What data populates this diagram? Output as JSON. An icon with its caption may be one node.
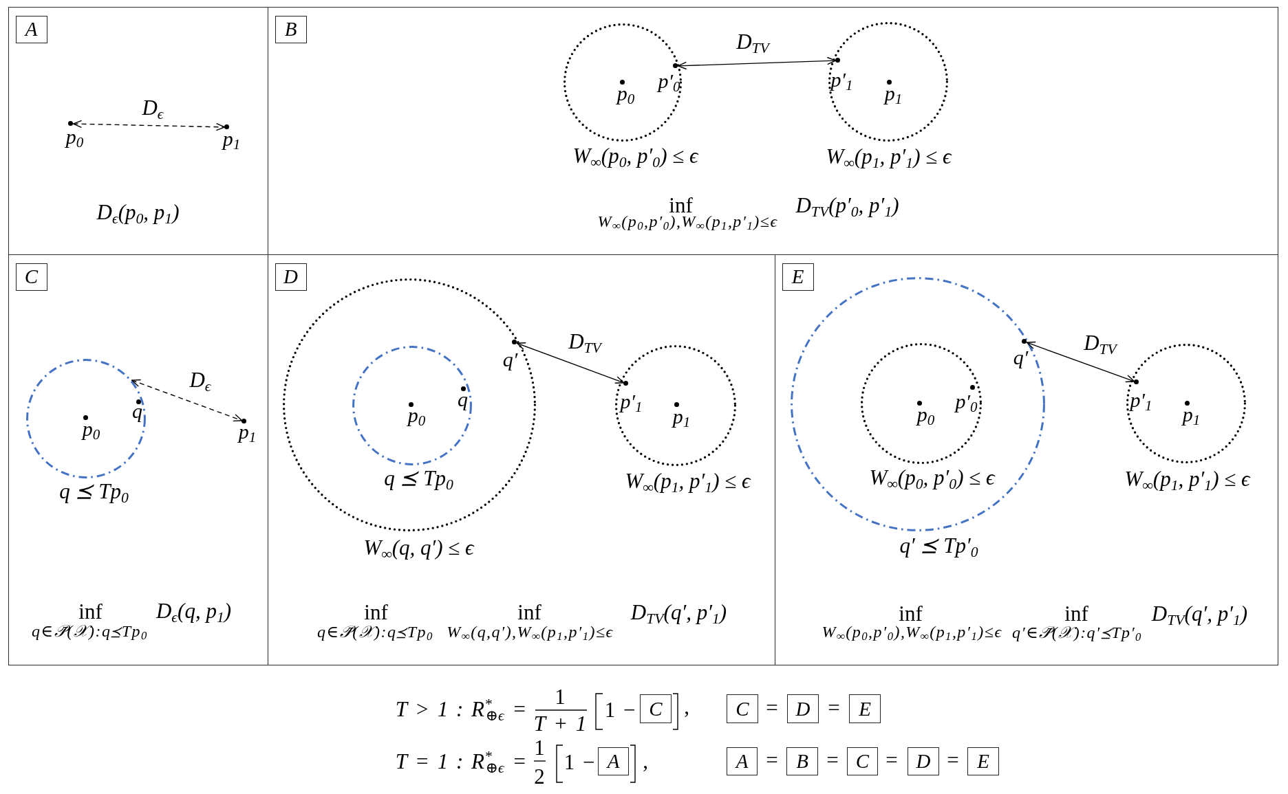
{
  "diagram": {
    "nodes": [
      {
        "text": [
          "D$_{ϵ}$(p$_{0}$, p$_{1}$)"
        ]
      },
      {
        "text": [
          "A"
        ],
        "in": 0
      },
      {
        "text": [],
        "shape": "dot",
        "in": 0,
        "beside": [
          "p$_{0}$"
        ]
      },
      {
        "text": [],
        "shape": "dot",
        "in": 0,
        "beside": [
          "p$_{1}$"
        ]
      },
      {
        "text": [
          "inf",
          "W$_{∞}$(p$_{0}$,p′$_{0}$),W$_{∞}$(p$_{1}$,p′$_{1}$)≤ϵ",
          "D$_{TV}$(p′$_{0}$, p′$_{1}$)"
        ]
      },
      {
        "text": [
          "B"
        ],
        "in": 4
      },
      {
        "text": [],
        "shape": "circle",
        "in": 4,
        "beside": [
          "W$_{∞}$(p$_{0}$, p′$_{0}$) ≤ ϵ"
        ]
      },
      {
        "text": [],
        "shape": "dot",
        "in": 6,
        "beside": [
          "p$_{0}$"
        ]
      },
      {
        "text": [],
        "shape": "dot",
        "in": 6,
        "beside": [
          "p′$_{0}$"
        ]
      },
      {
        "text": [],
        "shape": "circle",
        "in": 4,
        "beside": [
          "W$_{∞}$(p$_{1}$, p′$_{1}$) ≤ ϵ"
        ]
      },
      {
        "text": [],
        "shape": "dot",
        "in": 9,
        "beside": [
          "p′$_{1}$"
        ]
      },
      {
        "text": [],
        "shape": "dot",
        "in": 9,
        "beside": [
          "p$_{1}$"
        ]
      },
      {
        "text": [
          "inf",
          "q∈𝒫̄(𝒳):q⪯Tp$_{0}$",
          "D$_{ϵ}$(q, p$_{1}$)"
        ]
      },
      {
        "text": [
          "C"
        ],
        "in": 12
      },
      {
        "text": [],
        "shape": "circle",
        "in": 12,
        "beside": [
          "q ⪯ Tp$_{0}$"
        ]
      },
      {
        "text": [],
        "shape": "dot",
        "in": 14,
        "beside": [
          "p$_{0}$"
        ]
      },
      {
        "text": [],
        "shape": "dot",
        "in": 14,
        "beside": [
          "q"
        ]
      },
      {
        "text": [],
        "shape": "dot",
        "in": 12,
        "beside": [
          "p$_{1}$"
        ]
      },
      {
        "text": [
          "inf",
          "q∈𝒫̄(𝒳):q⪯Tp$_{0}$",
          "inf",
          "W$_{∞}$(q,q′),W$_{∞}$(p$_{1}$,p′$_{1}$)≤ϵ",
          "D$_{TV}$(q′, p′$_{1}$)"
        ]
      },
      {
        "text": [
          "D"
        ],
        "in": 18
      },
      {
        "text": [],
        "shape": "circle",
        "in": 18,
        "beside": [
          "W$_{∞}$(q, q′) ≤ ϵ"
        ]
      },
      {
        "text": [],
        "shape": "circle",
        "in": 20,
        "beside": [
          "q ⪯ Tp$_{0}$"
        ]
      },
      {
        "text": [],
        "shape": "dot",
        "in": 21,
        "beside": [
          "p$_{0}$"
        ]
      },
      {
        "text": [],
        "shape": "dot",
        "in": 21,
        "beside": [
          "q"
        ]
      },
      {
        "text": [],
        "shape": "dot",
        "in": 20,
        "beside": [
          "q′"
        ]
      },
      {
        "text": [],
        "shape": "circle",
        "in": 18,
        "beside": [
          "W$_{∞}$(p$_{1}$, p′$_{1}$) ≤ ϵ"
        ]
      },
      {
        "text": [],
        "shape": "dot",
        "in": 25,
        "beside": [
          "p′$_{1}$"
        ]
      },
      {
        "text": [],
        "shape": "dot",
        "in": 25,
        "beside": [
          "p$_{1}$"
        ]
      },
      {
        "text": [
          "inf",
          "W$_{∞}$(p$_{0}$,p′$_{0}$),W$_{∞}$(p$_{1}$,p′$_{1}$)≤ϵ",
          "inf",
          "q′∈𝒫̄(𝒳):q′⪯Tp′$_{0}$",
          "D$_{TV}$(q′, p′$_{1}$)"
        ]
      },
      {
        "text": [
          "E"
        ],
        "in": 28
      },
      {
        "text": [],
        "shape": "circle",
        "in": 28,
        "beside": [
          "q′ ⪯ Tp′$_{0}$"
        ]
      },
      {
        "text": [],
        "shape": "circle",
        "in": 30,
        "beside": [
          "W$_{∞}$(p$_{0}$, p′$_{0}$) ≤ ϵ"
        ]
      },
      {
        "text": [],
        "shape": "dot",
        "in": 31,
        "beside": [
          "p$_{0}$"
        ]
      },
      {
        "text": [],
        "shape": "dot",
        "in": 31,
        "beside": [
          "p′$_{0}$"
        ]
      },
      {
        "text": [],
        "shape": "dot",
        "in": 30,
        "beside": [
          "q′"
        ]
      },
      {
        "text": [],
        "shape": "circle",
        "in": 28,
        "beside": [
          "W$_{∞}$(p$_{1}$, p′$_{1}$) ≤ ϵ"
        ]
      },
      {
        "text": [],
        "shape": "dot",
        "in": 35,
        "beside": [
          "p′$_{1}$"
        ]
      },
      {
        "text": [],
        "shape": "dot",
        "in": 35,
        "beside": [
          "p$_{1}$"
        ]
      },
      {
        "text": [
          "C"
        ]
      },
      {
        "text": [
          "C"
        ]
      },
      {
        "text": [
          "D"
        ]
      },
      {
        "text": [
          "E"
        ]
      },
      {
        "text": [
          "A"
        ]
      },
      {
        "text": [
          "A"
        ]
      },
      {
        "text": [
          "B"
        ]
      },
      {
        "text": [
          "C"
        ]
      },
      {
        "text": [
          "D"
        ]
      },
      {
        "text": [
          "E"
        ]
      }
    ],
    "edges": [
      {
        "from": 2,
        "to": 3,
        "arrow": "both",
        "style": "dashed",
        "label": "D$_{ϵ}$"
      },
      {
        "from": 8,
        "to": 10,
        "arrow": "both",
        "label": "D$_{TV}$"
      },
      {
        "from": 14,
        "to": 17,
        "arrow": "both",
        "style": "dashed",
        "label": "D$_{ϵ}$"
      },
      {
        "from": 24,
        "to": 26,
        "arrow": "both",
        "label": "D$_{TV}$"
      },
      {
        "from": 34,
        "to": 36,
        "arrow": "both",
        "label": "D$_{TV}$"
      }
    ],
    "labels": [
      "T > 1 : R$^{*}$$_{⊕ϵ}$ =",
      "1",
      "T + 1",
      "1 −",
      ",",
      "=",
      "=",
      "T = 1 : R$^{*}$$_{⊕ϵ}$ =",
      "1",
      "2",
      "1 −",
      ",",
      "=",
      "=",
      "=",
      "="
    ]
  }
}
